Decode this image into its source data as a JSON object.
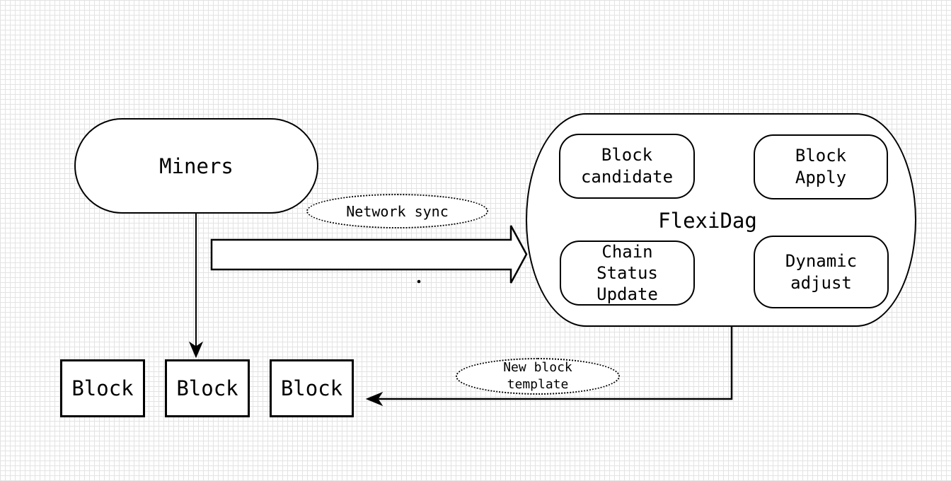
{
  "diagram": {
    "miners": {
      "label": "Miners"
    },
    "flexidag": {
      "title": "FlexiDag",
      "block_candidate": {
        "line1": "Block",
        "line2": "candidate"
      },
      "block_apply": {
        "line1": "Block",
        "line2": "Apply"
      },
      "chain_status_update": {
        "line1": "Chain",
        "line2": "Status",
        "line3": "Update"
      },
      "dynamic_adjust": {
        "line1": "Dynamic",
        "line2": "adjust"
      }
    },
    "blocks": {
      "b1": "Block",
      "b2": "Block",
      "b3": "Block"
    },
    "edge_labels": {
      "network_sync": "Network sync",
      "new_block_template": {
        "line1": "New block",
        "line2": "template"
      }
    },
    "colors": {
      "stroke": "#000000",
      "fill": "#ffffff",
      "grid": "#e3e3e3"
    }
  }
}
